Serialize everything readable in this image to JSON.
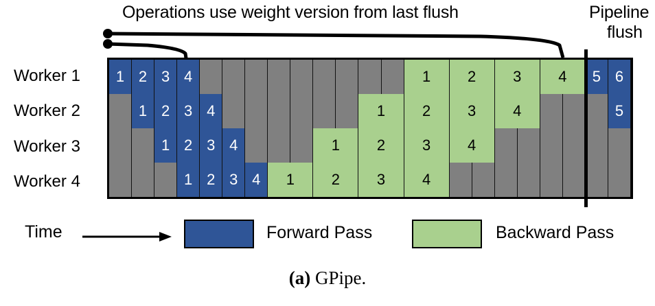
{
  "figure": {
    "caption_index": "(a)",
    "caption_text": "GPipe."
  },
  "annotations": {
    "main_note": "Operations use weight version from last flush",
    "flush_line_1": "Pipeline",
    "flush_line_2": "flush",
    "arrow_long_name": "arrow-to-last-backward-pass",
    "arrow_short_name": "arrow-to-last-forward-pass"
  },
  "axis": {
    "time_label": "Time",
    "time_arrow_icon": "right-arrow-icon"
  },
  "legend": {
    "items": [
      {
        "label": "Forward Pass",
        "color": "#2F5597"
      },
      {
        "label": "Backward Pass",
        "color": "#A9D08E"
      }
    ]
  },
  "colors": {
    "forward": "#2F5597",
    "backward": "#A9D08E",
    "idle": "#808080",
    "grid_line": "#111111",
    "border": "#000000",
    "background": "#FFFFFF"
  },
  "grid": {
    "columns": 23,
    "rows": 4,
    "flush_column": 21,
    "row_labels": [
      "Worker 1",
      "Worker 2",
      "Worker 3",
      "Worker 4"
    ]
  },
  "chart_data": {
    "type": "table",
    "title": "GPipe pipeline-parallel schedule",
    "xlabel": "Time",
    "ylabel": "Worker",
    "categories": [
      "Worker 1",
      "Worker 2",
      "Worker 3",
      "Worker 4"
    ],
    "time_units": 23,
    "legend": [
      "Forward Pass",
      "Backward Pass"
    ],
    "rows": [
      {
        "worker": "Worker 1",
        "cells": [
          {
            "start": 0,
            "span": 1,
            "type": "fwd",
            "label": "1"
          },
          {
            "start": 1,
            "span": 1,
            "type": "fwd",
            "label": "2"
          },
          {
            "start": 2,
            "span": 1,
            "type": "fwd",
            "label": "3"
          },
          {
            "start": 3,
            "span": 1,
            "type": "fwd",
            "label": "4"
          },
          {
            "start": 4,
            "span": 1,
            "type": "idle",
            "label": ""
          },
          {
            "start": 5,
            "span": 1,
            "type": "idle",
            "label": ""
          },
          {
            "start": 6,
            "span": 1,
            "type": "idle",
            "label": ""
          },
          {
            "start": 7,
            "span": 1,
            "type": "idle",
            "label": ""
          },
          {
            "start": 8,
            "span": 1,
            "type": "idle",
            "label": ""
          },
          {
            "start": 9,
            "span": 1,
            "type": "idle",
            "label": ""
          },
          {
            "start": 10,
            "span": 1,
            "type": "idle",
            "label": ""
          },
          {
            "start": 11,
            "span": 1,
            "type": "idle",
            "label": ""
          },
          {
            "start": 12,
            "span": 1,
            "type": "idle",
            "label": ""
          },
          {
            "start": 13,
            "span": 2,
            "type": "bwd",
            "label": "1"
          },
          {
            "start": 15,
            "span": 2,
            "type": "bwd",
            "label": "2"
          },
          {
            "start": 17,
            "span": 2,
            "type": "bwd",
            "label": "3"
          },
          {
            "start": 19,
            "span": 2,
            "type": "bwd",
            "label": "4"
          },
          {
            "start": 21,
            "span": 1,
            "type": "fwd",
            "label": "5"
          },
          {
            "start": 22,
            "span": 1,
            "type": "fwd",
            "label": "6"
          }
        ]
      },
      {
        "worker": "Worker 2",
        "cells": [
          {
            "start": 0,
            "span": 1,
            "type": "idle",
            "label": ""
          },
          {
            "start": 1,
            "span": 1,
            "type": "fwd",
            "label": "1"
          },
          {
            "start": 2,
            "span": 1,
            "type": "fwd",
            "label": "2"
          },
          {
            "start": 3,
            "span": 1,
            "type": "fwd",
            "label": "3"
          },
          {
            "start": 4,
            "span": 1,
            "type": "fwd",
            "label": "4"
          },
          {
            "start": 5,
            "span": 1,
            "type": "idle",
            "label": ""
          },
          {
            "start": 6,
            "span": 1,
            "type": "idle",
            "label": ""
          },
          {
            "start": 7,
            "span": 1,
            "type": "idle",
            "label": ""
          },
          {
            "start": 8,
            "span": 1,
            "type": "idle",
            "label": ""
          },
          {
            "start": 9,
            "span": 1,
            "type": "idle",
            "label": ""
          },
          {
            "start": 10,
            "span": 1,
            "type": "idle",
            "label": ""
          },
          {
            "start": 11,
            "span": 2,
            "type": "bwd",
            "label": "1"
          },
          {
            "start": 13,
            "span": 2,
            "type": "bwd",
            "label": "2"
          },
          {
            "start": 15,
            "span": 2,
            "type": "bwd",
            "label": "3"
          },
          {
            "start": 17,
            "span": 2,
            "type": "bwd",
            "label": "4"
          },
          {
            "start": 19,
            "span": 1,
            "type": "idle",
            "label": ""
          },
          {
            "start": 20,
            "span": 1,
            "type": "idle",
            "label": ""
          },
          {
            "start": 21,
            "span": 1,
            "type": "idle",
            "label": ""
          },
          {
            "start": 22,
            "span": 1,
            "type": "fwd",
            "label": "5"
          }
        ]
      },
      {
        "worker": "Worker 3",
        "cells": [
          {
            "start": 0,
            "span": 1,
            "type": "idle",
            "label": ""
          },
          {
            "start": 1,
            "span": 1,
            "type": "idle",
            "label": ""
          },
          {
            "start": 2,
            "span": 1,
            "type": "fwd",
            "label": "1"
          },
          {
            "start": 3,
            "span": 1,
            "type": "fwd",
            "label": "2"
          },
          {
            "start": 4,
            "span": 1,
            "type": "fwd",
            "label": "3"
          },
          {
            "start": 5,
            "span": 1,
            "type": "fwd",
            "label": "4"
          },
          {
            "start": 6,
            "span": 1,
            "type": "idle",
            "label": ""
          },
          {
            "start": 7,
            "span": 1,
            "type": "idle",
            "label": ""
          },
          {
            "start": 8,
            "span": 1,
            "type": "idle",
            "label": ""
          },
          {
            "start": 9,
            "span": 2,
            "type": "bwd",
            "label": "1"
          },
          {
            "start": 11,
            "span": 2,
            "type": "bwd",
            "label": "2"
          },
          {
            "start": 13,
            "span": 2,
            "type": "bwd",
            "label": "3"
          },
          {
            "start": 15,
            "span": 2,
            "type": "bwd",
            "label": "4"
          },
          {
            "start": 17,
            "span": 1,
            "type": "idle",
            "label": ""
          },
          {
            "start": 18,
            "span": 1,
            "type": "idle",
            "label": ""
          },
          {
            "start": 19,
            "span": 1,
            "type": "idle",
            "label": ""
          },
          {
            "start": 20,
            "span": 1,
            "type": "idle",
            "label": ""
          },
          {
            "start": 21,
            "span": 1,
            "type": "idle",
            "label": ""
          },
          {
            "start": 22,
            "span": 1,
            "type": "idle",
            "label": ""
          }
        ]
      },
      {
        "worker": "Worker 4",
        "cells": [
          {
            "start": 0,
            "span": 1,
            "type": "idle",
            "label": ""
          },
          {
            "start": 1,
            "span": 1,
            "type": "idle",
            "label": ""
          },
          {
            "start": 2,
            "span": 1,
            "type": "idle",
            "label": ""
          },
          {
            "start": 3,
            "span": 1,
            "type": "fwd",
            "label": "1"
          },
          {
            "start": 4,
            "span": 1,
            "type": "fwd",
            "label": "2"
          },
          {
            "start": 5,
            "span": 1,
            "type": "fwd",
            "label": "3"
          },
          {
            "start": 6,
            "span": 1,
            "type": "fwd",
            "label": "4"
          },
          {
            "start": 7,
            "span": 2,
            "type": "bwd",
            "label": "1"
          },
          {
            "start": 9,
            "span": 2,
            "type": "bwd",
            "label": "2"
          },
          {
            "start": 11,
            "span": 2,
            "type": "bwd",
            "label": "3"
          },
          {
            "start": 13,
            "span": 2,
            "type": "bwd",
            "label": "4"
          },
          {
            "start": 15,
            "span": 1,
            "type": "idle",
            "label": ""
          },
          {
            "start": 16,
            "span": 1,
            "type": "idle",
            "label": ""
          },
          {
            "start": 17,
            "span": 1,
            "type": "idle",
            "label": ""
          },
          {
            "start": 18,
            "span": 1,
            "type": "idle",
            "label": ""
          },
          {
            "start": 19,
            "span": 1,
            "type": "idle",
            "label": ""
          },
          {
            "start": 20,
            "span": 1,
            "type": "idle",
            "label": ""
          },
          {
            "start": 21,
            "span": 1,
            "type": "idle",
            "label": ""
          },
          {
            "start": 22,
            "span": 1,
            "type": "idle",
            "label": ""
          }
        ]
      }
    ]
  }
}
